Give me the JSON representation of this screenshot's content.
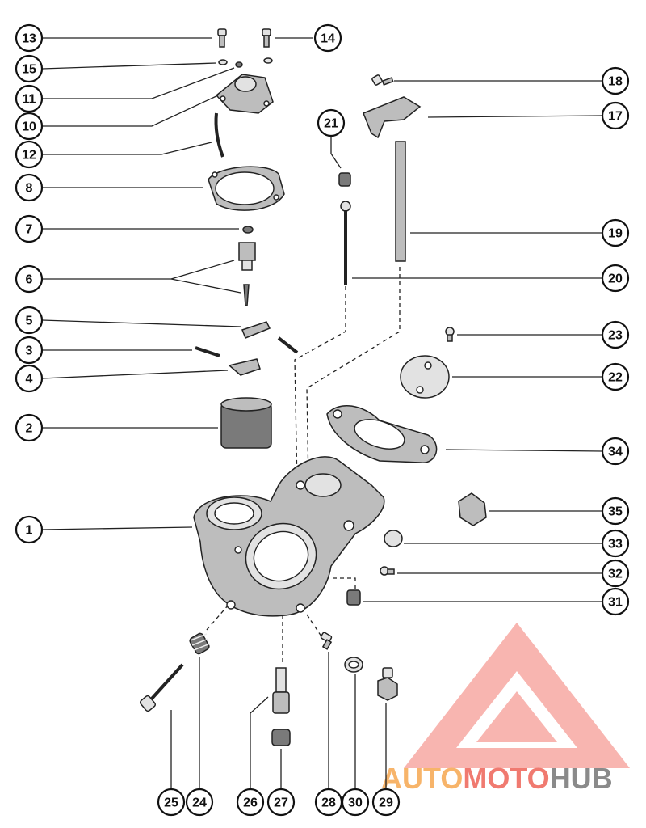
{
  "callouts": [
    {
      "num": "13"
    },
    {
      "num": "14"
    },
    {
      "num": "15"
    },
    {
      "num": "11"
    },
    {
      "num": "10"
    },
    {
      "num": "12"
    },
    {
      "num": "8"
    },
    {
      "num": "7"
    },
    {
      "num": "6"
    },
    {
      "num": "5"
    },
    {
      "num": "3"
    },
    {
      "num": "4"
    },
    {
      "num": "2"
    },
    {
      "num": "1"
    },
    {
      "num": "18"
    },
    {
      "num": "17"
    },
    {
      "num": "21"
    },
    {
      "num": "19"
    },
    {
      "num": "20"
    },
    {
      "num": "23"
    },
    {
      "num": "22"
    },
    {
      "num": "34"
    },
    {
      "num": "35"
    },
    {
      "num": "33"
    },
    {
      "num": "32"
    },
    {
      "num": "31"
    },
    {
      "num": "25"
    },
    {
      "num": "24"
    },
    {
      "num": "26"
    },
    {
      "num": "27"
    },
    {
      "num": "28"
    },
    {
      "num": "30"
    },
    {
      "num": "29"
    }
  ],
  "watermark": {
    "part1": "AUTO",
    "part2": "MOTO",
    "part3": "HUB",
    "color_orange": "#f7b46a",
    "color_red": "#f07a70",
    "color_gray": "#8a8a8a"
  }
}
